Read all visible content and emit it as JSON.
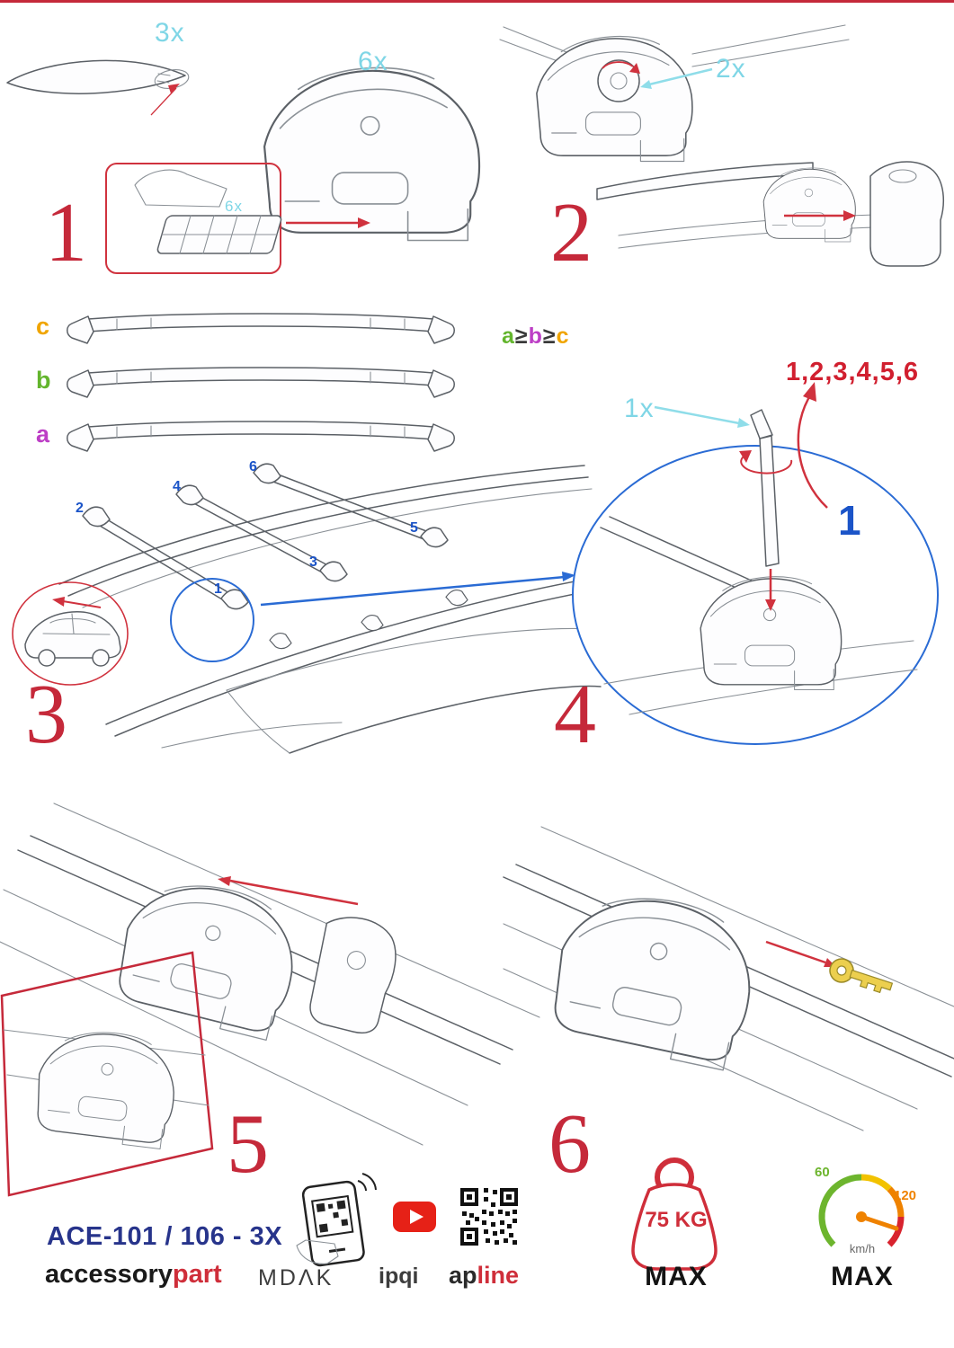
{
  "steps": {
    "step1": {
      "number": "1",
      "bar_quantity": "3x",
      "foot_quantity": "6x",
      "pad_quantity": "6x"
    },
    "step2": {
      "number": "2",
      "knob_quantity": "2x"
    },
    "step3": {
      "number": "3",
      "position_labels": [
        "1",
        "2",
        "3",
        "4",
        "5",
        "6"
      ]
    },
    "step4": {
      "number": "4",
      "tightening_order": "1,2,3,4,5,6",
      "tool_quantity": "1x",
      "first_position": "1"
    },
    "step5": {
      "number": "5"
    },
    "step6": {
      "number": "6"
    }
  },
  "size_comparison": {
    "labels": [
      {
        "text": "c",
        "color": "#f0a500"
      },
      {
        "text": "b",
        "color": "#63b52d"
      },
      {
        "text": "a",
        "color": "#bd3fc6"
      }
    ],
    "formula": [
      {
        "text": "a",
        "color": "#63b52d"
      },
      {
        "text": "≥",
        "color": "#3a3a3a"
      },
      {
        "text": "b",
        "color": "#bd3fc6"
      },
      {
        "text": "≥",
        "color": "#3a3a3a"
      },
      {
        "text": "c",
        "color": "#f0a500"
      }
    ]
  },
  "footer": {
    "part_number": "ACE-101 / 106 - 3X",
    "brand_accessory": "accessory",
    "brand_part": "part",
    "brand_mdak": "MDΛK",
    "brand_ipqi": "ipqi",
    "brand_ap": "ap",
    "brand_line": "line",
    "max_load": "75 KG",
    "max_load_label": "MAX",
    "gauge_low": "60",
    "gauge_high": "120",
    "gauge_unit": "km/h",
    "gauge_label": "MAX"
  },
  "icons": {
    "youtube": "youtube-play-icon",
    "qr": "qr-code-icon",
    "phone": "phone-scan-qr-icon",
    "weight": "max-load-weight-icon",
    "speedometer": "max-speed-gauge-icon",
    "key": "lock-key-icon",
    "hex_key": "allen-key-icon"
  },
  "colors": {
    "accent_red": "#c5293a",
    "callout_cyan": "#7fd6e6",
    "position_blue": "#1b54c8",
    "detail_blue": "#2a6bd4",
    "part_number_navy": "#27348b",
    "brand_red": "#cf2e3a",
    "key_yellow": "#eccf4e"
  }
}
